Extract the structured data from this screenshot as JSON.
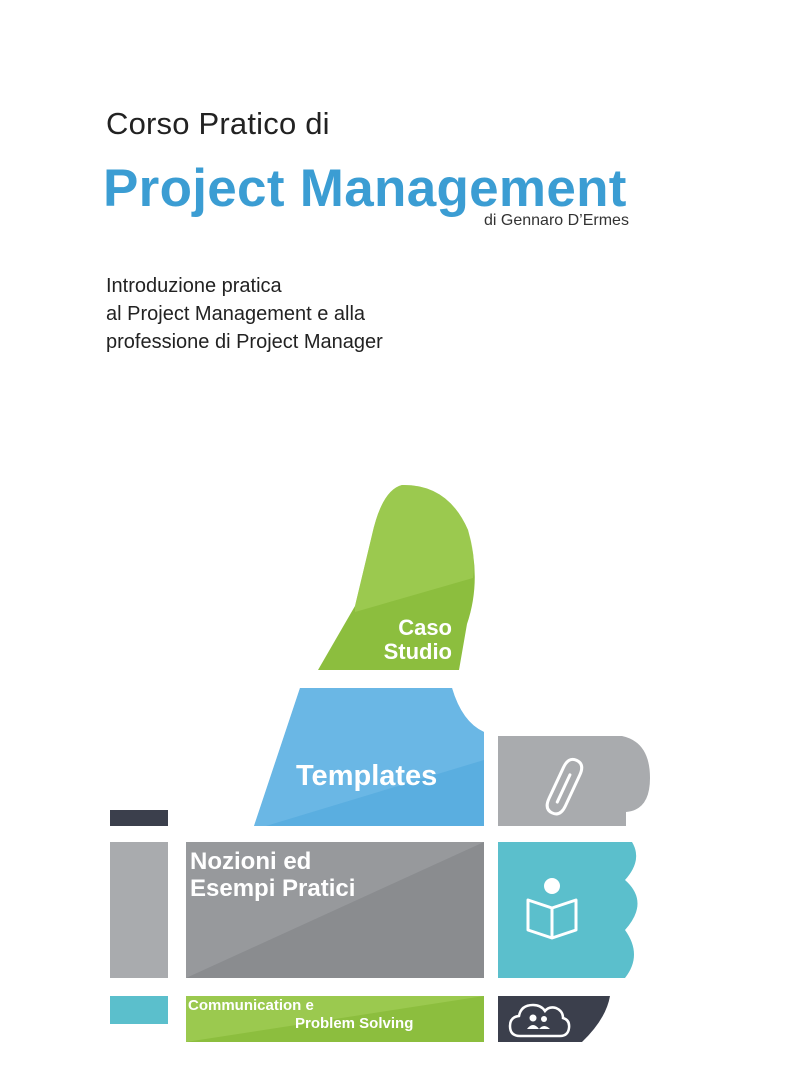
{
  "colors": {
    "accent": "#3b9dd3",
    "green": "#8cbe3e",
    "blue": "#5aaee0",
    "gray": "#8a8c8f",
    "light_gray": "#a9abae",
    "teal": "#5bbfcc",
    "dark": "#3b3f4c"
  },
  "cover": {
    "pre_title": "Corso Pratico di",
    "title": "Project Management",
    "author": "di Gennaro D’Ermes",
    "subtitle_lines": [
      "Introduzione pratica",
      "al Project Management e alla",
      "professione di Project Manager"
    ]
  },
  "graphic": {
    "caso_line1": "Caso",
    "caso_line2": "Studio",
    "templates": "Templates",
    "nozioni_line1": "Nozioni ed",
    "nozioni_line2": "Esempi Pratici",
    "comm_line1": "Communication e",
    "comm_line2": "Problem Solving",
    "icons": [
      "paperclip-icon",
      "book-reader-icon",
      "cloud-people-icon"
    ]
  }
}
